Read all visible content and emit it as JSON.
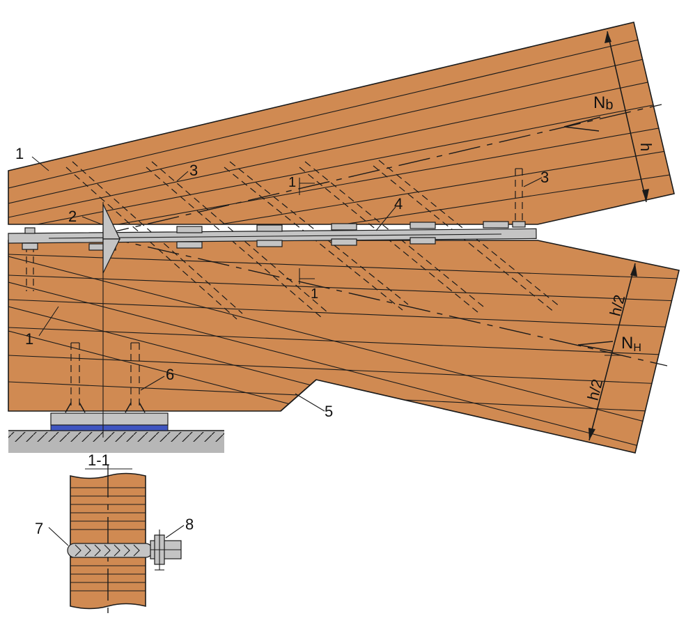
{
  "colors": {
    "wood": "#d08a52",
    "steel": "#c4c4c4",
    "ground": "#b7b7b7",
    "bearing_pad": "#3f55c0",
    "line": "#1a1a1a"
  },
  "labels": {
    "part1_upper": "1",
    "part1_lower": "1",
    "part2": "2",
    "part3_left": "3",
    "part3_right": "3",
    "part4": "4",
    "part5": "5",
    "part6": "6",
    "part7": "7",
    "part8": "8",
    "section_mark_top": "1",
    "section_mark_bottom": "1",
    "section_title": "1-1"
  },
  "dimensions": {
    "upper_height": "h",
    "lower_half_top": "h/2",
    "lower_half_bottom": "h/2"
  },
  "forces": {
    "upper_main": "N",
    "upper_sub": "b",
    "lower_main": "N",
    "lower_sub": "H"
  }
}
